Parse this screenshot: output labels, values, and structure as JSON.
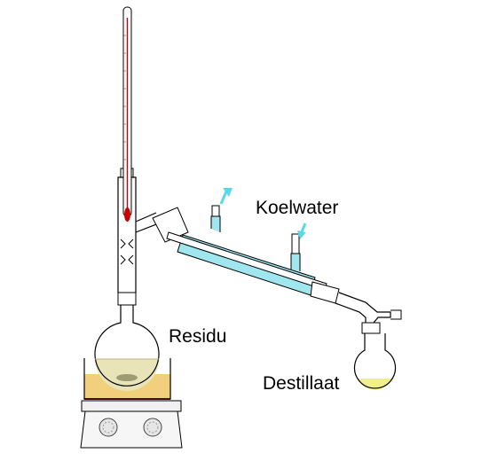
{
  "labels": {
    "coolant": "Koelwater",
    "residue": "Residu",
    "distillate": "Destillaat"
  },
  "colors": {
    "glass_outline": "#000000",
    "coolant": "#9fe6ee",
    "coolant_arrow": "#5ad8e6",
    "thermometer_liquid": "#cc0000",
    "residue_liquid": "#e8e4b8",
    "distillate_liquid": "#f2ee88",
    "bath": "#f2cf7c",
    "hotplate": "#f6f6f6"
  },
  "icons": {
    "coolant_out_arrow": "arrow-up-icon",
    "heater_knobs": "knob-icon"
  }
}
